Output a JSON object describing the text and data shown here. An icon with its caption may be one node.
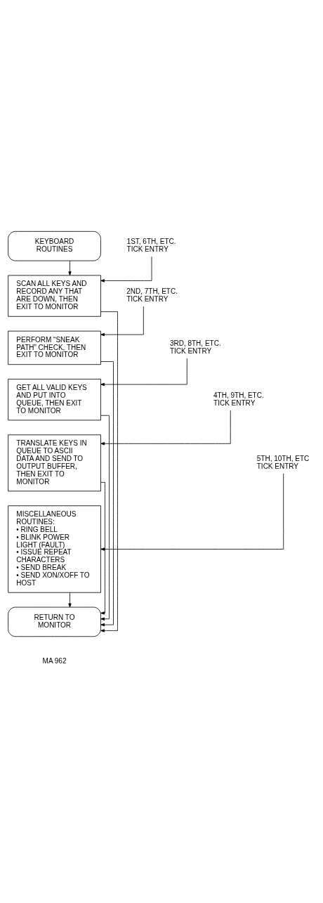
{
  "diagram": {
    "nodes": [
      {
        "text": [
          "KEYBOARD ROUTINES"
        ]
      },
      {
        "text": [
          "1ST, 6TH, ETC. TICK ENTRY"
        ]
      },
      {
        "text": [
          "SCAN ALL KEYS AND RECORD ANY THAT ARE DOWN, THEN EXIT TO MONITOR"
        ]
      },
      {
        "text": [
          "2ND, 7TH, ETC. TICK ENTRY"
        ]
      },
      {
        "text": [
          "PERFORM “SNEAK PATH” CHECK, THEN EXIT TO MONITOR"
        ]
      },
      {
        "text": [
          "3RD, 8TH, ETC. TICK ENTRY"
        ]
      },
      {
        "text": [
          "GET ALL VALID KEYS AND PUT INTO QUEUE, THEN EXIT TO MONITOR"
        ]
      },
      {
        "text": [
          "4TH, 9TH, ETC. TICK ENTRY"
        ]
      },
      {
        "text": [
          "TRANSLATE KEYS IN QUEUE TO ASCII DATA AND SEND TO OUTPUT BUFFER, THEN EXIT TO MONITOR"
        ]
      },
      {
        "text": [
          "5TH, 10TH, ETC TICK ENTRY"
        ]
      },
      {
        "text": [
          "MISCELLANEOUS ROUTINES:",
          "• RING BELL",
          "• BLINK POWER LIGHT (FAULT)",
          "• ISSUE REPEAT CHARACTERS",
          "• SEND BREAK",
          "• SEND XON/XOFF TO HOST"
        ]
      },
      {
        "text": [
          "RETURN TO MONITOR"
        ]
      }
    ],
    "edges": [
      {
        "from": 0,
        "to": 2,
        "arrow": "to"
      },
      {
        "from": 1,
        "to": 2,
        "arrow": "to"
      },
      {
        "from": 3,
        "to": 4,
        "arrow": "to"
      },
      {
        "from": 5,
        "to": 6,
        "arrow": "to"
      },
      {
        "from": 7,
        "to": 8,
        "arrow": "to"
      },
      {
        "from": 9,
        "to": 10,
        "arrow": "to"
      },
      {
        "from": 2,
        "to": 11,
        "arrow": "to"
      },
      {
        "from": 4,
        "to": 11,
        "arrow": "to"
      },
      {
        "from": 6,
        "to": 11,
        "arrow": "to"
      },
      {
        "from": 8,
        "to": 11,
        "arrow": "to"
      },
      {
        "from": 10,
        "to": 11,
        "arrow": "to"
      }
    ],
    "labels": [
      "MA 962"
    ]
  }
}
